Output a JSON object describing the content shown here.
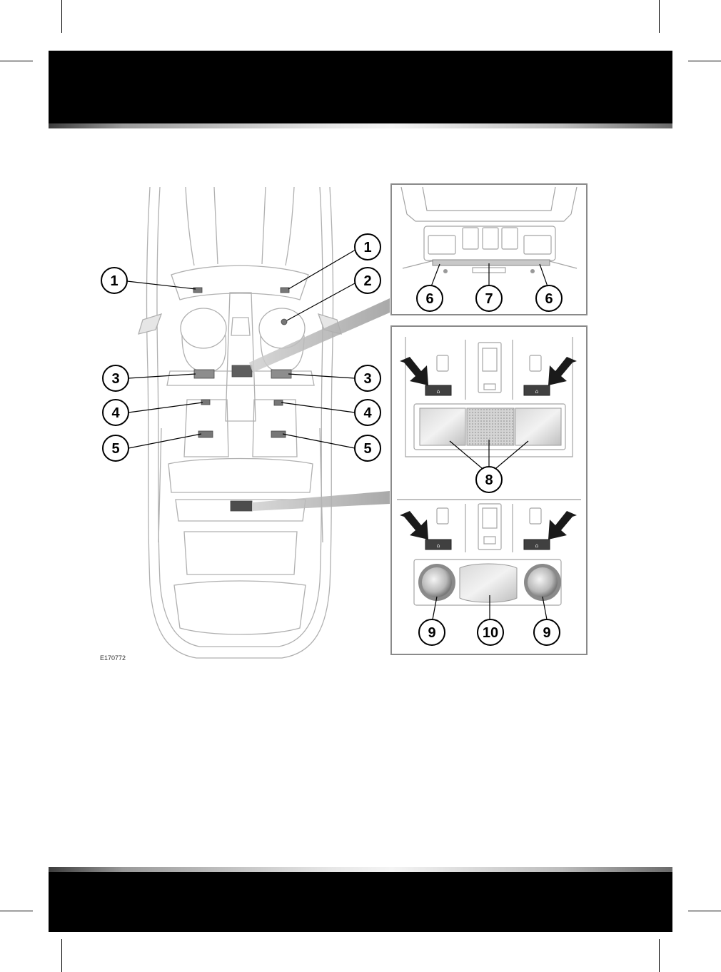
{
  "figure": {
    "code": "E170772",
    "callouts": {
      "c1": "1",
      "c2": "2",
      "c3": "3",
      "c4": "4",
      "c5": "5",
      "c6": "6",
      "c7": "7",
      "c8": "8",
      "c9": "9",
      "c10": "10"
    }
  },
  "colors": {
    "header_band": "#000000",
    "footer_band": "#000000",
    "line_art": "#a8a8a8",
    "callout_stroke": "#000000"
  },
  "icons": [
    "crop-mark",
    "arrow-pointer-icon",
    "lamp-switch-icon"
  ]
}
